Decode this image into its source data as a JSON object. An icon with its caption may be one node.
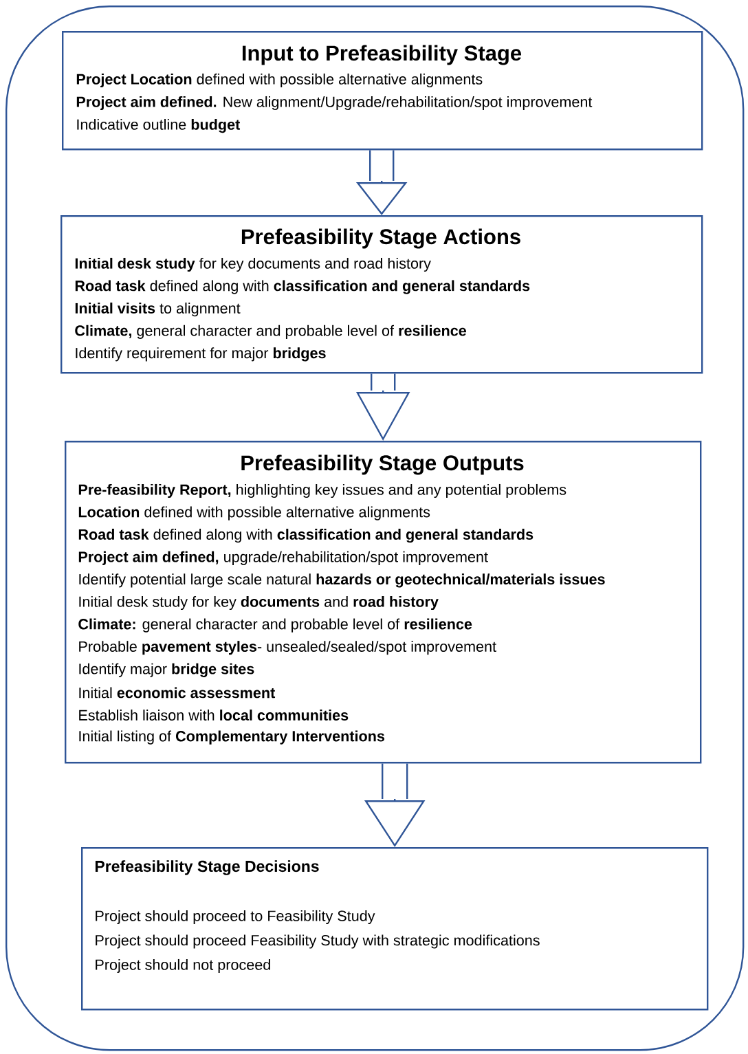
{
  "diagram": {
    "nodes": [
      {
        "text": [],
        "shape": "box"
      },
      {
        "text": [
          "Input to Prefeasibility Stage",
          "**Project Location** defined with possible alternative alignments",
          "**Project aim defined.** New alignment/Upgrade/rehabilitation/spot improvement",
          "Indicative outline **budget**"
        ],
        "in": 0
      },
      {
        "text": [
          "Prefeasibility Stage Actions",
          "**Initial desk study** for key documents and road history",
          "**Road task** defined along with **classification and general standards**",
          "**Initial visits** to alignment",
          "**Climate,** general character and probable level of **resilience**",
          "Identify requirement for major **bridges**"
        ],
        "in": 0
      },
      {
        "text": [
          "Prefeasibility Stage Outputs",
          "**Pre-feasibility Report,** highlighting key issues and any potential problems",
          "**Location** defined with possible alternative alignments",
          "**Road task** defined along with **classification and general standards**",
          "**Project aim defined,** upgrade/rehabilitation/spot improvement",
          "Identify potential large scale natural **hazards or geotechnical/materials issues**",
          "Initial desk study for key **documents** and **road history**",
          "**Climate:** general character and probable level of **resilience**",
          "Probable **pavement styles**- unsealed/sealed/spot improvement",
          "Identify major **bridge sites**",
          "Initial **economic assessment**",
          "Establish liaison with **local communities**",
          "Initial listing of **Complementary Interventions**"
        ],
        "in": 0
      },
      {
        "text": [
          "Prefeasibility Stage Decisions",
          "Project should proceed to Feasibility Study",
          "Project should proceed Feasibility Study with strategic modifications",
          "Project should not proceed"
        ],
        "in": 0
      }
    ],
    "edges": [
      {
        "from": 1,
        "to": 2,
        "arrow": "to"
      },
      {
        "from": 2,
        "to": 3,
        "arrow": "to"
      },
      {
        "from": 3,
        "to": 4,
        "arrow": "to"
      }
    ]
  }
}
